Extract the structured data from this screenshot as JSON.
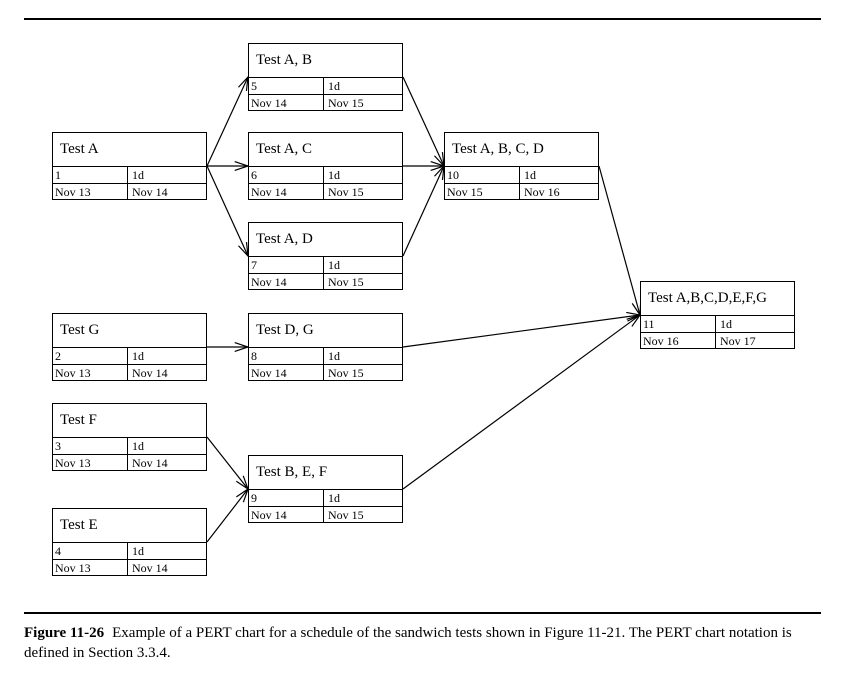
{
  "nodes": [
    {
      "id": "n1",
      "title": "Test A",
      "number": "1",
      "duration": "1d",
      "start": "Nov 13",
      "finish": "Nov 14"
    },
    {
      "id": "n2",
      "title": "Test G",
      "number": "2",
      "duration": "1d",
      "start": "Nov 13",
      "finish": "Nov 14"
    },
    {
      "id": "n3",
      "title": "Test F",
      "number": "3",
      "duration": "1d",
      "start": "Nov 13",
      "finish": "Nov 14"
    },
    {
      "id": "n4",
      "title": "Test E",
      "number": "4",
      "duration": "1d",
      "start": "Nov 13",
      "finish": "Nov 14"
    },
    {
      "id": "n5",
      "title": "Test A, B",
      "number": "5",
      "duration": "1d",
      "start": "Nov 14",
      "finish": "Nov 15"
    },
    {
      "id": "n6",
      "title": "Test A, C",
      "number": "6",
      "duration": "1d",
      "start": "Nov 14",
      "finish": "Nov 15"
    },
    {
      "id": "n7",
      "title": "Test A, D",
      "number": "7",
      "duration": "1d",
      "start": "Nov 14",
      "finish": "Nov 15"
    },
    {
      "id": "n8",
      "title": "Test D, G",
      "number": "8",
      "duration": "1d",
      "start": "Nov 14",
      "finish": "Nov 15"
    },
    {
      "id": "n9",
      "title": "Test B, E, F",
      "number": "9",
      "duration": "1d",
      "start": "Nov 14",
      "finish": "Nov 15"
    },
    {
      "id": "n10",
      "title": "Test A, B, C, D",
      "number": "10",
      "duration": "1d",
      "start": "Nov 15",
      "finish": "Nov 16"
    },
    {
      "id": "n11",
      "title": "Test A,B,C,D,E,F,G",
      "number": "11",
      "duration": "1d",
      "start": "Nov 16",
      "finish": "Nov 17"
    }
  ],
  "edges": [
    {
      "from": "n1",
      "to": "n5"
    },
    {
      "from": "n1",
      "to": "n6"
    },
    {
      "from": "n1",
      "to": "n7"
    },
    {
      "from": "n2",
      "to": "n8"
    },
    {
      "from": "n3",
      "to": "n9"
    },
    {
      "from": "n4",
      "to": "n9"
    },
    {
      "from": "n5",
      "to": "n10"
    },
    {
      "from": "n6",
      "to": "n10"
    },
    {
      "from": "n7",
      "to": "n10"
    },
    {
      "from": "n10",
      "to": "n11"
    },
    {
      "from": "n8",
      "to": "n11"
    },
    {
      "from": "n9",
      "to": "n11"
    }
  ],
  "caption": {
    "label": "Figure 11-26",
    "text": "Example of a PERT chart for a schedule of the sandwich tests shown in Figure 11-21. The PERT chart notation is defined in Section 3.3.4."
  }
}
